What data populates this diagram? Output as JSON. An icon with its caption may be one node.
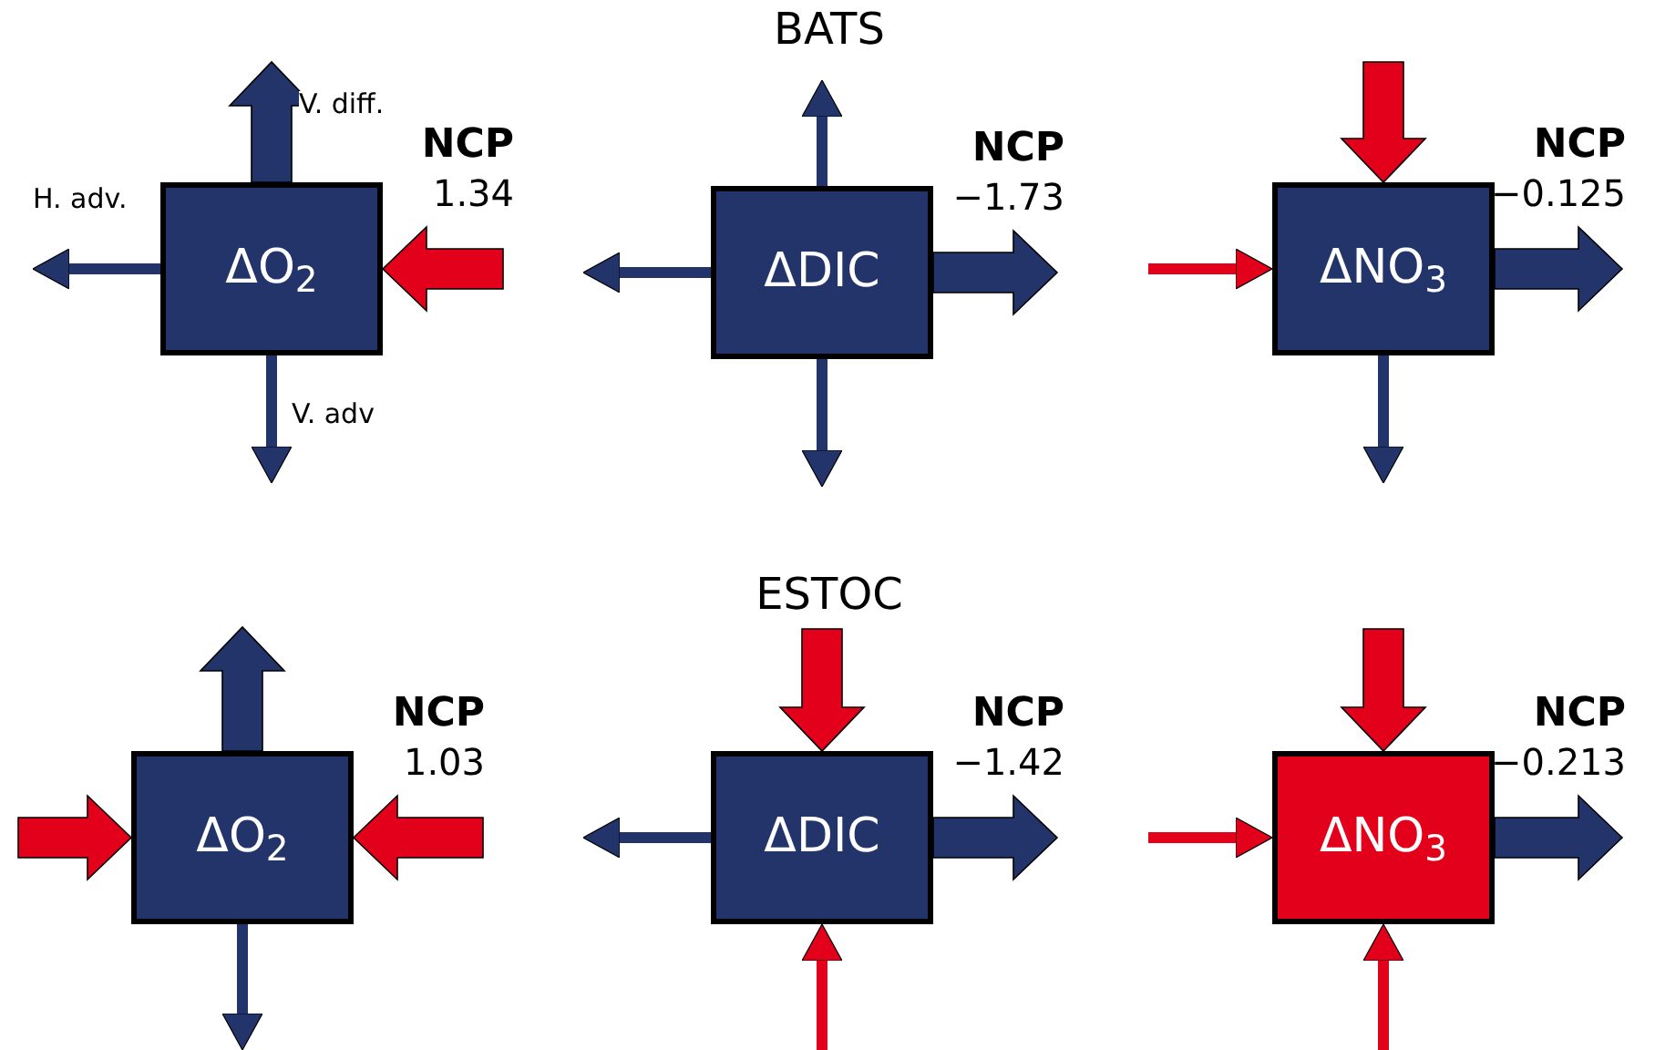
{
  "diagram": {
    "nodes": [
      {
        "text": [
          "ΔO$_{2}$"
        ],
        "beside": [
          "NCP",
          "1.34"
        ]
      },
      {
        "text": [
          "ΔDIC"
        ],
        "beside": [
          "NCP",
          "−1.73"
        ]
      },
      {
        "text": [
          "ΔNO$_{3}$"
        ],
        "beside": [
          "NCP",
          "−0.125"
        ]
      },
      {
        "text": [
          "ΔO$_{2}$"
        ],
        "beside": [
          "NCP",
          "1.03"
        ]
      },
      {
        "text": [
          "ΔDIC"
        ],
        "beside": [
          "NCP",
          "−1.42"
        ]
      },
      {
        "text": [
          "ΔNO$_{3}$"
        ],
        "beside": [
          "NCP",
          "−0.213"
        ]
      }
    ],
    "edges": [
      {
        "from": 0,
        "to": null,
        "arrow": "to",
        "label": "V. diff.",
        "style": "thick"
      },
      {
        "from": 0,
        "to": null,
        "arrow": "to",
        "label": "H. adv."
      },
      {
        "from": null,
        "to": 0,
        "arrow": "to",
        "style": "thick",
        "color": "#e2001a"
      },
      {
        "from": 0,
        "to": null,
        "arrow": "to",
        "label": "V. adv"
      },
      {
        "from": 1,
        "to": null,
        "arrow": "to"
      },
      {
        "from": 1,
        "to": null,
        "arrow": "to"
      },
      {
        "from": 1,
        "to": null,
        "arrow": "to",
        "style": "thick"
      },
      {
        "from": 1,
        "to": null,
        "arrow": "to"
      },
      {
        "from": null,
        "to": 2,
        "arrow": "to",
        "style": "thick",
        "color": "#e2001a"
      },
      {
        "from": null,
        "to": 2,
        "arrow": "to",
        "color": "#e2001a"
      },
      {
        "from": 2,
        "to": null,
        "arrow": "to",
        "style": "thick"
      },
      {
        "from": 2,
        "to": null,
        "arrow": "to"
      },
      {
        "from": 3,
        "to": null,
        "arrow": "to",
        "style": "thick"
      },
      {
        "from": null,
        "to": 3,
        "arrow": "to",
        "style": "thick",
        "color": "#e2001a"
      },
      {
        "from": null,
        "to": 3,
        "arrow": "to",
        "style": "thick",
        "color": "#e2001a"
      },
      {
        "from": 3,
        "to": null,
        "arrow": "to"
      },
      {
        "from": null,
        "to": 4,
        "arrow": "to",
        "style": "thick",
        "color": "#e2001a"
      },
      {
        "from": 4,
        "to": null,
        "arrow": "to"
      },
      {
        "from": 4,
        "to": null,
        "arrow": "to",
        "style": "thick"
      },
      {
        "from": null,
        "to": 4,
        "arrow": "to",
        "color": "#e2001a"
      },
      {
        "from": null,
        "to": 5,
        "arrow": "to",
        "style": "thick",
        "color": "#e2001a"
      },
      {
        "from": null,
        "to": 5,
        "arrow": "to",
        "color": "#e2001a"
      },
      {
        "from": 5,
        "to": null,
        "arrow": "to",
        "style": "thick"
      },
      {
        "from": null,
        "to": 5,
        "arrow": "to",
        "color": "#e2001a"
      }
    ],
    "labels": [
      "BATS",
      "ESTOC"
    ]
  }
}
